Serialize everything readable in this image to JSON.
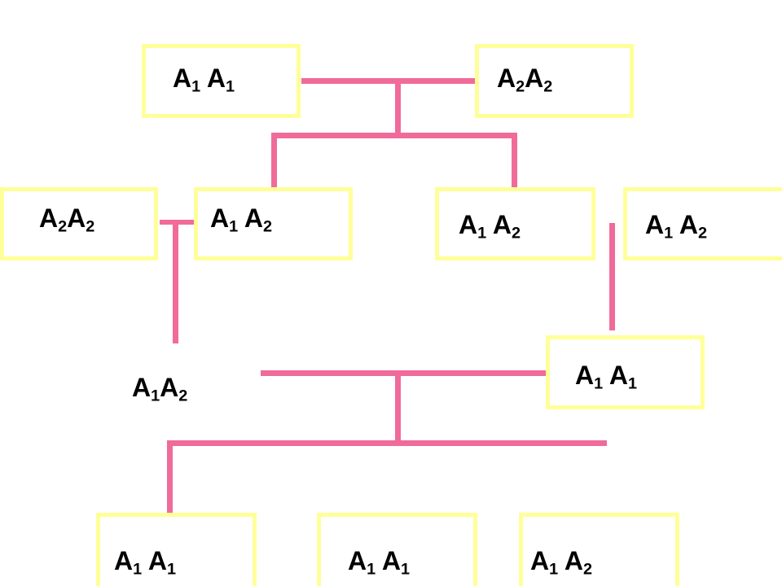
{
  "colors": {
    "box_border": "#FFFF99",
    "line": "#F06B9A",
    "text": "#000000"
  },
  "genotypes": {
    "gp_left": {
      "a1": "1",
      "a2": "1"
    },
    "gp_right": {
      "a1": "2",
      "a2": "2"
    },
    "p_mate_left": {
      "a1": "2",
      "a2": "2"
    },
    "p_child_1": {
      "a1": "1",
      "a2": "2"
    },
    "p_child_2": {
      "a1": "1",
      "a2": "2"
    },
    "p_other": {
      "a1": "1",
      "a2": "2"
    },
    "free_offspring": {
      "a1": "1",
      "a2": "2"
    },
    "mid_parent": {
      "a1": "1",
      "a2": "1"
    },
    "child_1": {
      "a1": "1",
      "a2": "1"
    },
    "child_2": {
      "a1": "1",
      "a2": "1"
    },
    "child_3": {
      "a1": "1",
      "a2": "2"
    }
  }
}
